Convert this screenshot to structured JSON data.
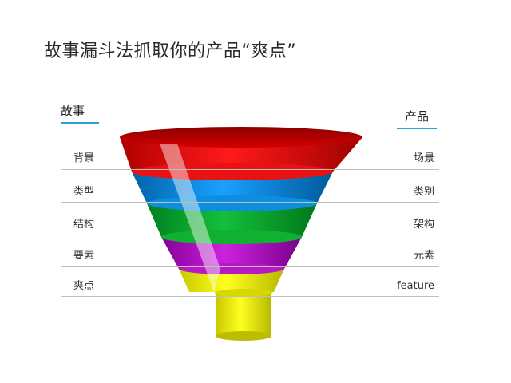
{
  "title": "故事漏斗法抓取你的产品“爽点”",
  "left_header": "故事",
  "right_header": "产品",
  "rows": [
    {
      "left": "背景",
      "right": "场景",
      "color": "#e00000"
    },
    {
      "left": "类型",
      "right": "类别",
      "color": "#0a84d0"
    },
    {
      "left": "结构",
      "right": "架构",
      "color": "#0aa52a"
    },
    {
      "left": "要素",
      "right": "元素",
      "color": "#a814b8"
    },
    {
      "left": "爽点",
      "right": "feature",
      "color": "#e6e600"
    }
  ],
  "accent_color": "#29a3d6"
}
